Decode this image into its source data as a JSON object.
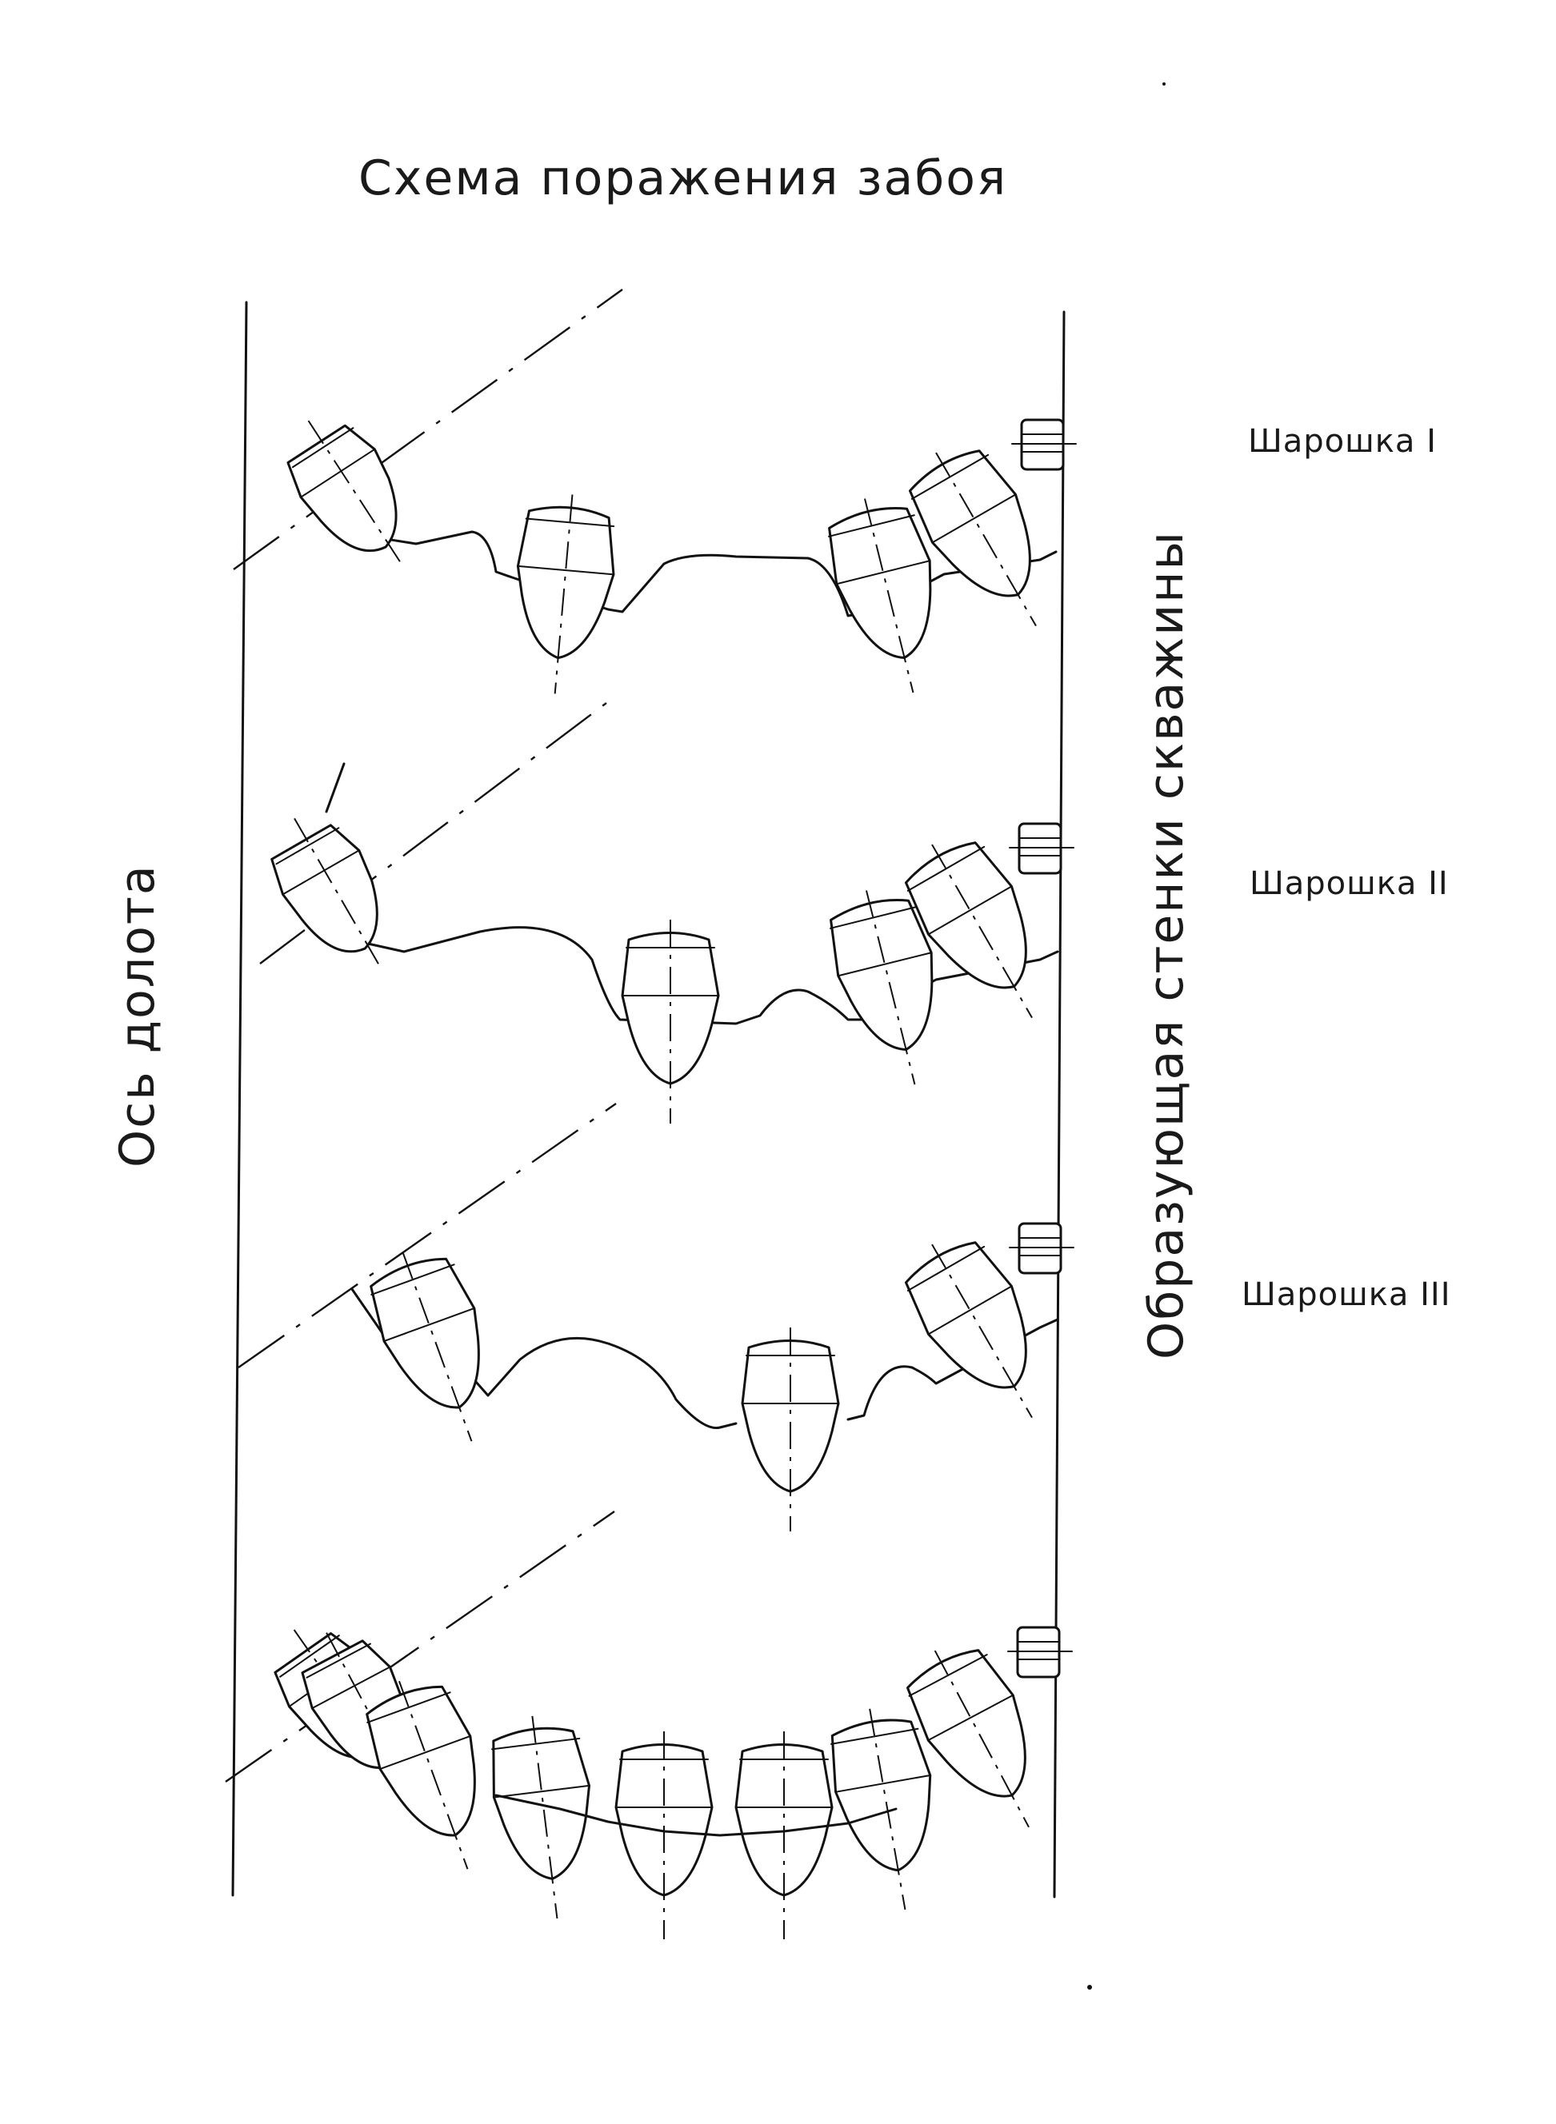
{
  "title": "Схема поражения забоя",
  "labels": {
    "bit_axis": "Ось долота",
    "wall_generatrix": "Образующая стенки скважины"
  },
  "cones": [
    {
      "name": "Шарошка I"
    },
    {
      "name": "Шарошка II"
    },
    {
      "name": "Шарошка III"
    }
  ],
  "colors": {
    "ink": "#111111",
    "paper": "#ffffff"
  }
}
